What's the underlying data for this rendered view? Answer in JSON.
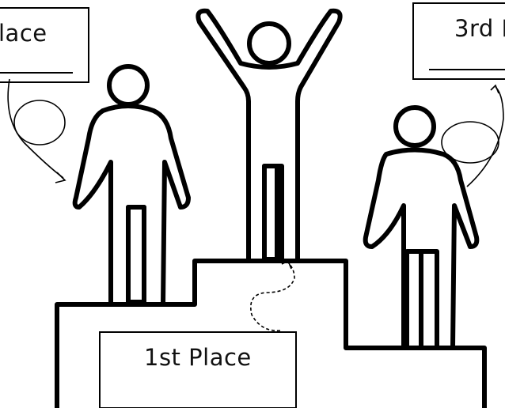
{
  "labels": {
    "first": "1st Place",
    "second_partial": "lace",
    "third_partial": "3rd P"
  },
  "icons": [
    "person-icon",
    "podium-icon",
    "arrow-icon"
  ],
  "colors": {
    "ink": "#000000",
    "background": "#ffffff"
  }
}
